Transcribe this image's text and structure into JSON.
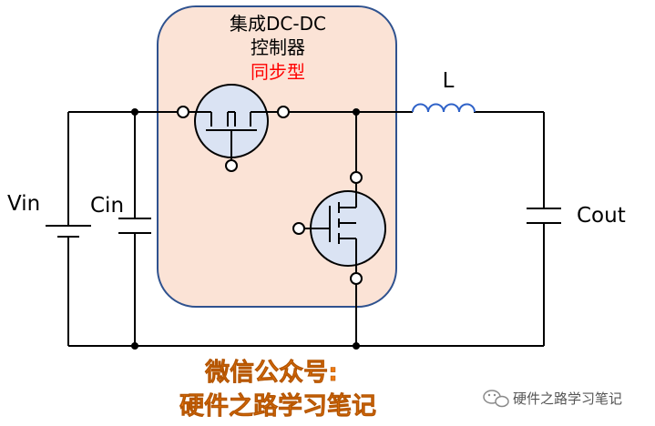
{
  "controller": {
    "line1": "集成DC-DC",
    "line2": "控制器",
    "line3": "同步型"
  },
  "labels": {
    "vin": "Vin",
    "cin": "Cin",
    "inductor": "L",
    "cout": "Cout"
  },
  "watermark": {
    "line1": "微信公众号:",
    "line2": "硬件之路学习笔记",
    "corner": "硬件之路学习笔记"
  },
  "colors": {
    "controller_fill": "#fbe3d6",
    "controller_border": "#2f528f",
    "mosfet_fill": "#dae3f3",
    "sync_text": "#ff0000",
    "inductor": "#2f62c8",
    "watermark": "#f07a10"
  }
}
